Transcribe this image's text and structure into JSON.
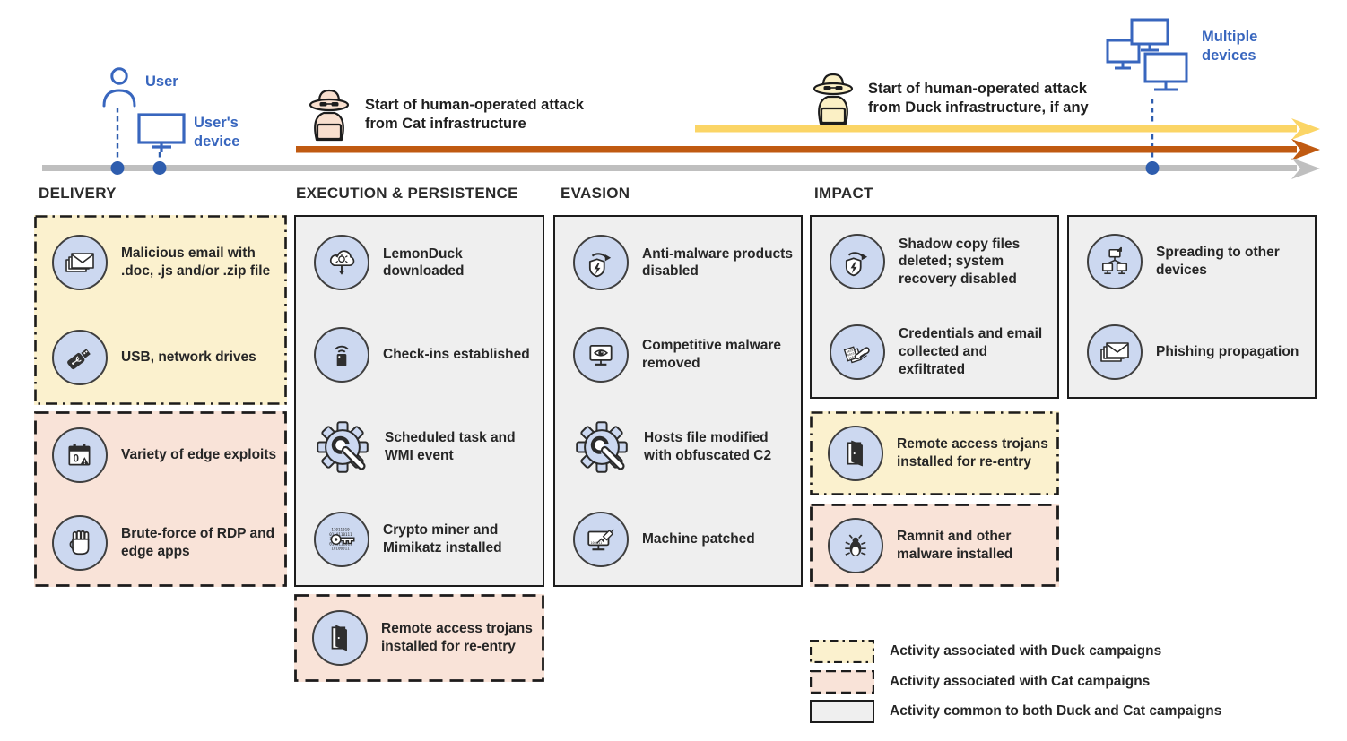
{
  "timeline": {
    "user_label": "User",
    "user_device_label": "User's\ndevice",
    "multiple_devices_label": "Multiple\ndevices",
    "cat_start_label": "Start of human-operated attack\nfrom Cat infrastructure",
    "duck_start_label": "Start of human-operated attack\nfrom Duck infrastructure, if any"
  },
  "columns": [
    {
      "header": "DELIVERY",
      "boxes": [
        {
          "variant": "duck",
          "items": [
            {
              "icon": "mail-icon",
              "label": "Malicious email with .doc, .js and/or .zip file"
            },
            {
              "icon": "usb-icon",
              "label": "USB, network drives"
            }
          ]
        },
        {
          "variant": "cat",
          "items": [
            {
              "icon": "calendar-exploit-icon",
              "label": "Variety of edge exploits"
            },
            {
              "icon": "fist-icon",
              "label": "Brute-force of RDP and edge apps"
            }
          ]
        }
      ]
    },
    {
      "header": "EXECUTION & PERSISTENCE",
      "boxes": [
        {
          "variant": "common",
          "items": [
            {
              "icon": "cloud-download-icon",
              "label": "LemonDuck downloaded"
            },
            {
              "icon": "checkin-icon",
              "label": "Check-ins established"
            },
            {
              "icon": "gear-wrench-icon",
              "label": "Scheduled task and WMI event"
            },
            {
              "icon": "binary-key-icon",
              "label": "Crypto miner and Mimikatz installed"
            }
          ]
        },
        {
          "variant": "cat",
          "items": [
            {
              "icon": "door-icon",
              "label": "Remote access trojans installed for re-entry"
            }
          ]
        }
      ]
    },
    {
      "header": "EVASION",
      "boxes": [
        {
          "variant": "common",
          "items": [
            {
              "icon": "shield-disable-icon",
              "label": "Anti-malware products disabled"
            },
            {
              "icon": "monitor-eye-icon",
              "label": "Competitive malware removed"
            },
            {
              "icon": "gear-wrench-icon",
              "label": "Hosts file modified with obfuscated C2"
            },
            {
              "icon": "machine-patched-icon",
              "label": "Machine patched"
            }
          ]
        }
      ]
    },
    {
      "header": "IMPACT",
      "boxes": [
        {
          "variant": "common",
          "items": [
            {
              "icon": "shield-disable-icon",
              "label": "Shadow copy files deleted; system recovery disabled"
            },
            {
              "icon": "credentials-icon",
              "label": "Credentials and email collected and exfiltrated"
            }
          ]
        },
        {
          "variant": "duck",
          "items": [
            {
              "icon": "door-icon",
              "label": "Remote access trojans installed for re-entry"
            }
          ]
        },
        {
          "variant": "cat",
          "items": [
            {
              "icon": "bug-icon",
              "label": "Ramnit and other malware installed"
            }
          ]
        }
      ]
    },
    {
      "header": "",
      "boxes": [
        {
          "variant": "common",
          "items": [
            {
              "icon": "network-spread-icon",
              "label": "Spreading to other devices"
            },
            {
              "icon": "phishing-icon",
              "label": "Phishing propagation"
            }
          ]
        }
      ]
    }
  ],
  "legend": [
    {
      "variant": "duck",
      "label": "Activity associated with Duck campaigns"
    },
    {
      "variant": "cat",
      "label": "Activity associated with Cat campaigns"
    },
    {
      "variant": "common",
      "label": "Activity common to both Duck and Cat campaigns"
    }
  ],
  "colors": {
    "accent_blue": "#3866BE",
    "dot_blue": "#2E5DAE",
    "arrow_orange": "#C05A11",
    "arrow_yellow": "#FBD566",
    "arrow_gray": "#BFBFBF",
    "duck_fill": "#FBF1CE",
    "cat_fill": "#F9E3D8",
    "common_fill": "#EFEFEF",
    "icon_circle_fill": "#CCD8F0",
    "cat_hacker_fill": "#F8DFCE",
    "duck_hacker_fill": "#FBF0C5"
  }
}
